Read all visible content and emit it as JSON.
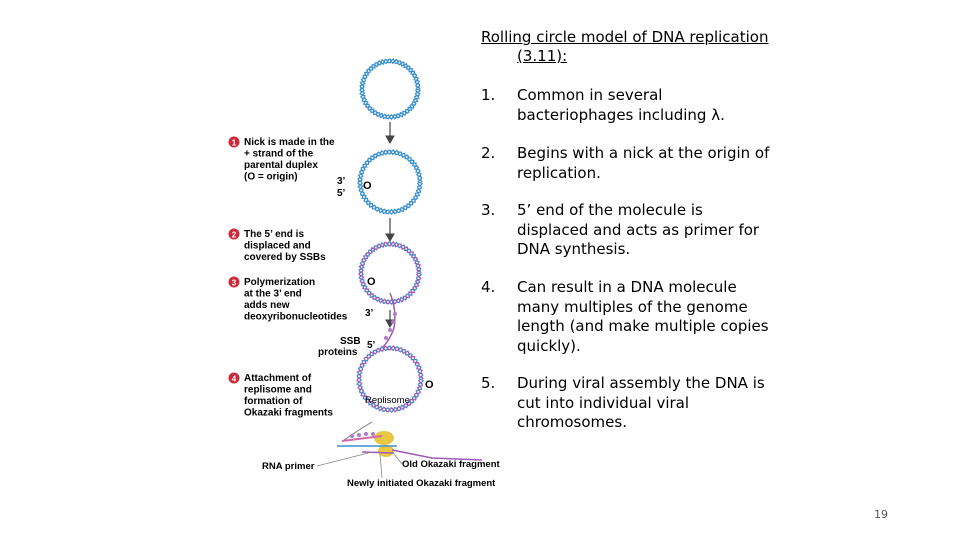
{
  "title_line1": "Rolling circle model of DNA replication",
  "title_line2": "(3.11):",
  "items": [
    {
      "num": "1.",
      "lines": [
        "Common in several",
        "bacteriophages including λ."
      ]
    },
    {
      "num": "2.",
      "lines": [
        "Begins with a nick at the origin of",
        "replication."
      ]
    },
    {
      "num": "3.",
      "lines": [
        "5’ end of the molecule is",
        "displaced and acts as primer for",
        "DNA synthesis."
      ]
    },
    {
      "num": "4.",
      "lines": [
        "Can result in a DNA molecule",
        "many multiples of the genome",
        "length (and make multiple copies",
        "quickly)."
      ]
    },
    {
      "num": "5.",
      "lines": [
        "During viral assembly the DNA is",
        "cut into individual viral",
        "chromosomes."
      ]
    }
  ],
  "page_number": "19",
  "figure": {
    "steps": [
      {
        "badge": "1",
        "lines": [
          "Nick is made in the",
          "+ strand of the",
          "parental duplex",
          "(O = origin)"
        ]
      },
      {
        "badge": "2",
        "lines": [
          "The 5’ end is",
          "displaced and",
          "covered by SSBs"
        ]
      },
      {
        "badge": "3",
        "lines": [
          "Polymerization",
          "at the 3’ end",
          "adds new",
          "deoxyribonucleotides"
        ]
      },
      {
        "badge": "4",
        "lines": [
          "Attachment of",
          "replisome and",
          "formation of",
          "Okazaki fragments"
        ]
      }
    ],
    "labels": {
      "three_prime": "3’",
      "five_prime": "5’",
      "origin": "O",
      "ssb_line1": "SSB",
      "ssb_line2": "proteins",
      "replisome": "Replisome",
      "rna_primer": "RNA primer",
      "old_okazaki": "Old Okazaki fragment",
      "new_okazaki": "Newly initiated Okazaki fragment"
    },
    "colors": {
      "strand_blue": "#3a8fd0",
      "strand_purple": "#a05ab5",
      "strand_pink": "#d06aa8",
      "badge_red": "#cc2a3a",
      "replisome_yellow": "#e8c840"
    }
  }
}
